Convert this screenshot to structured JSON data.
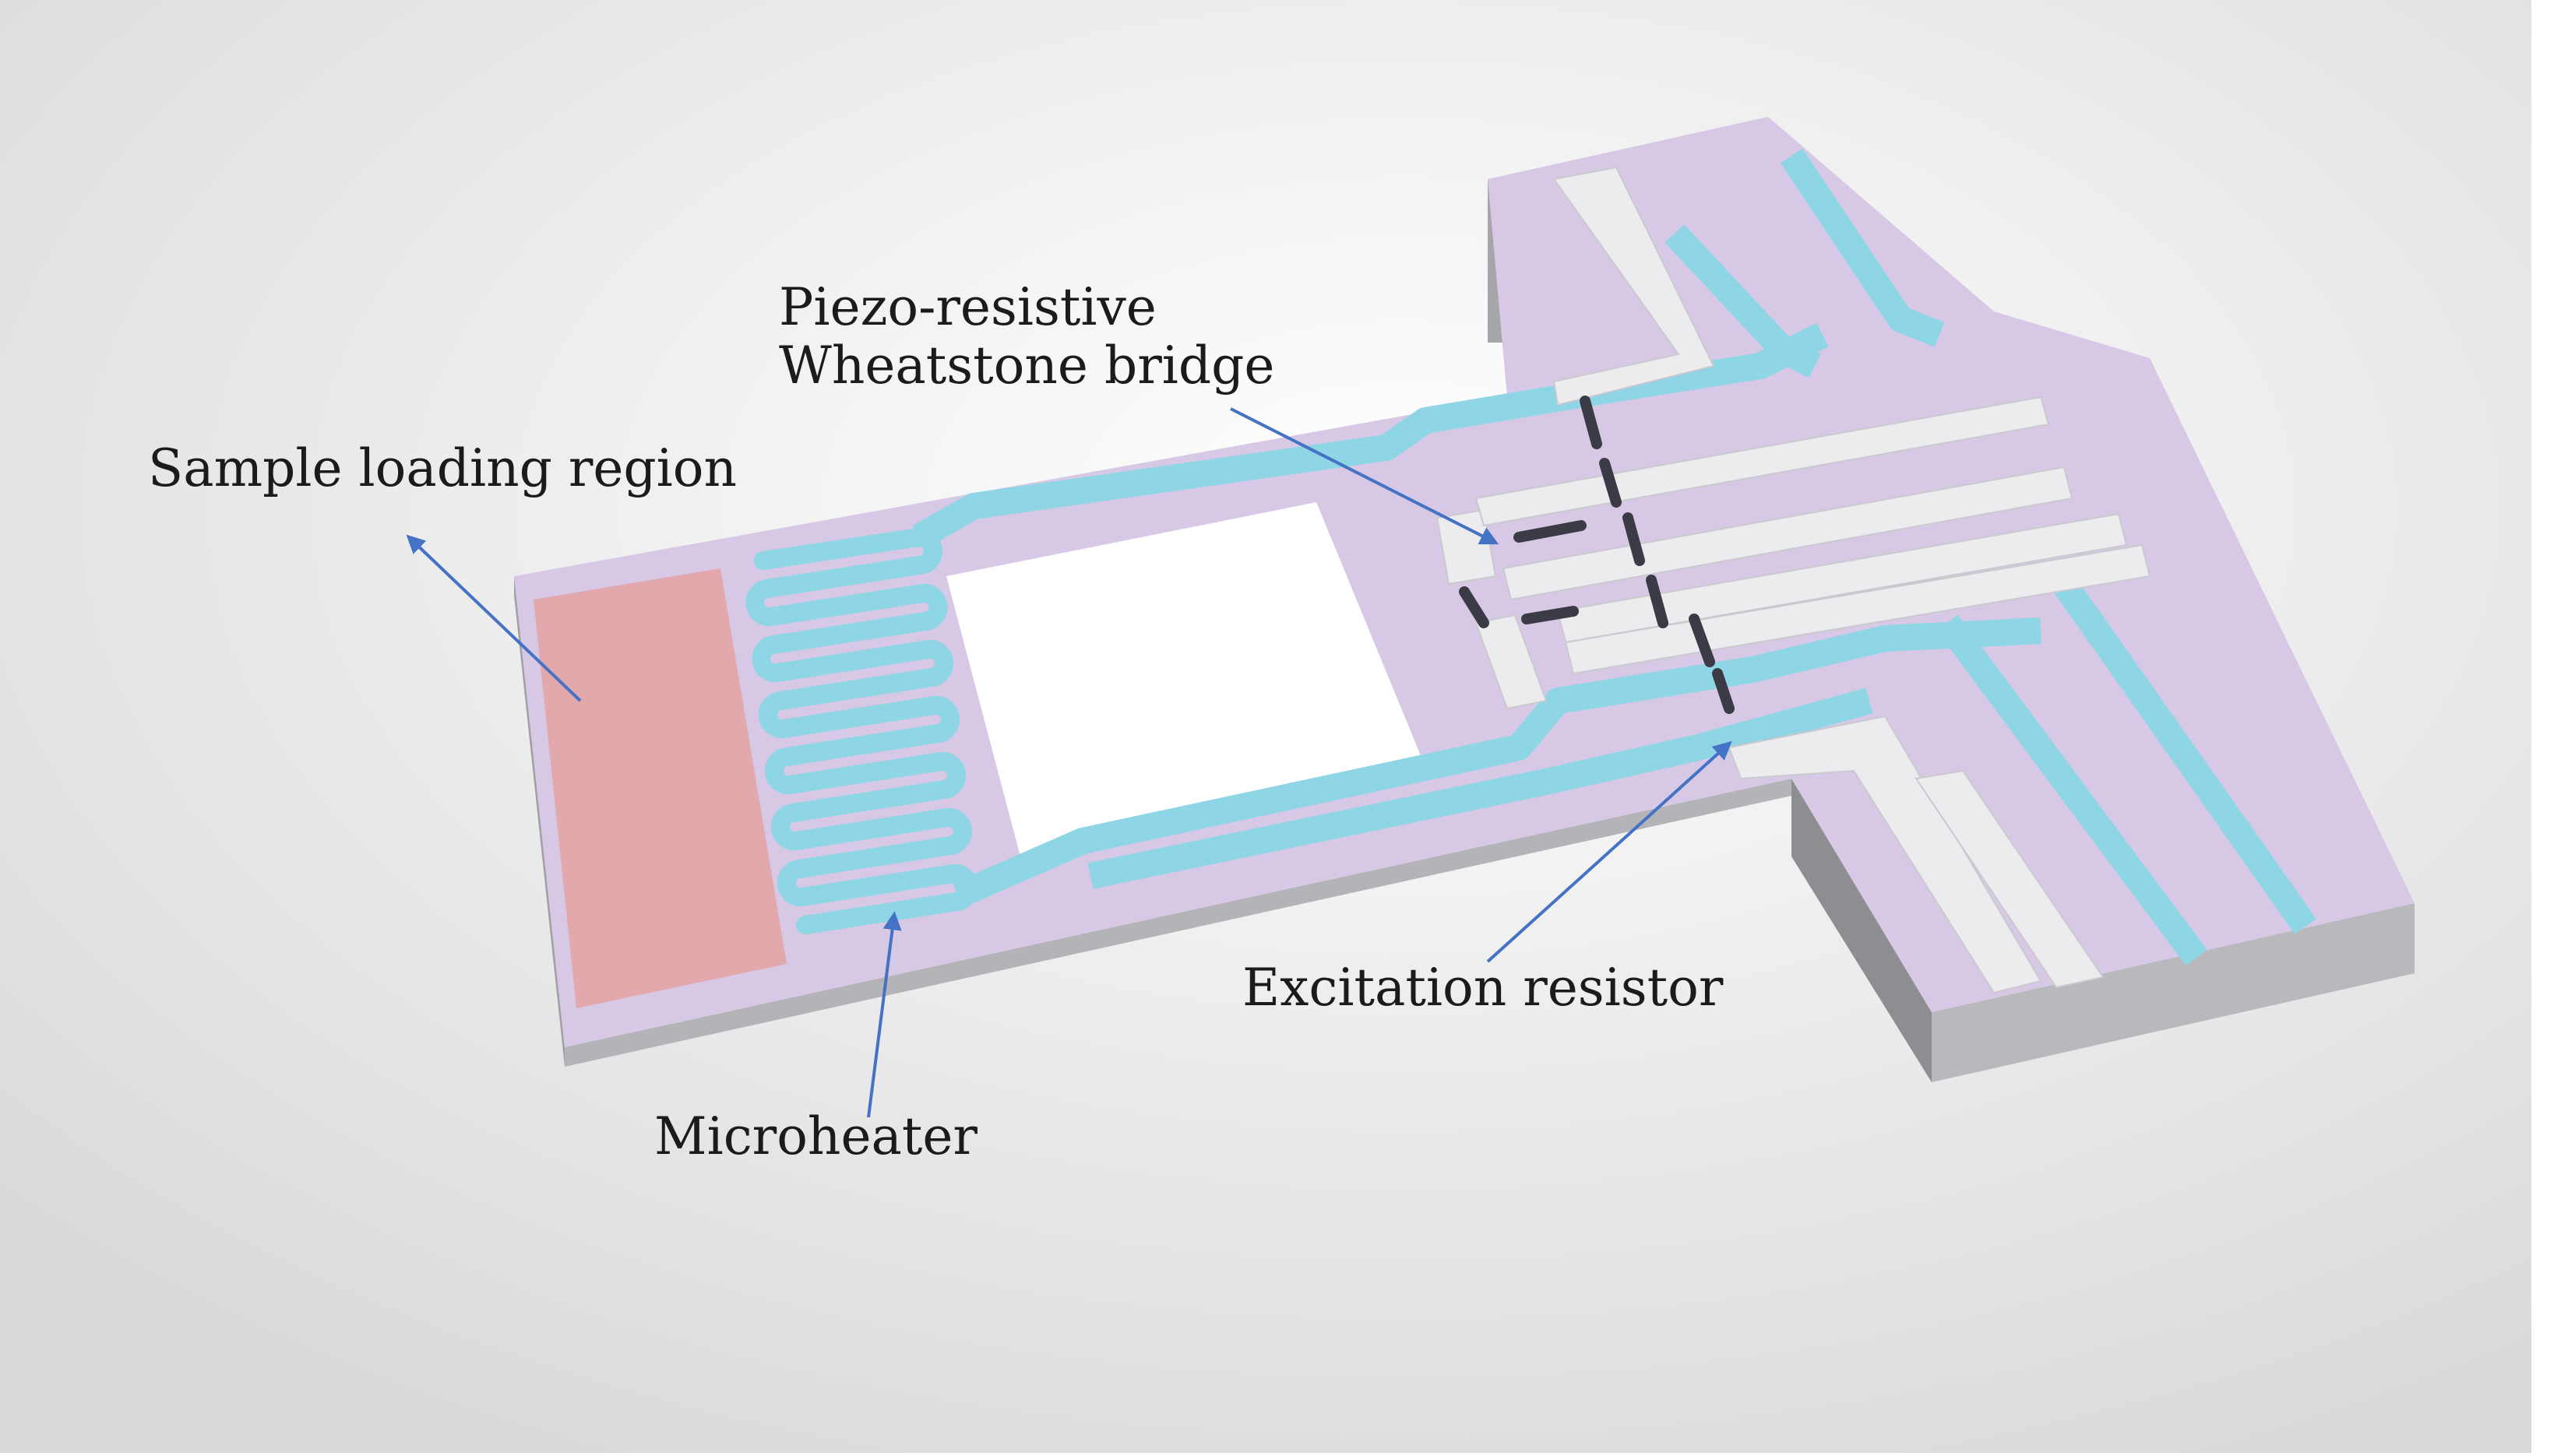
{
  "labels": {
    "piezo_line1": "Piezo-resistive",
    "piezo_line2": "Wheatstone bridge",
    "sample": "Sample loading region",
    "microheater": "Microheater",
    "excitation": "Excitation resistor"
  },
  "colors": {
    "substrate": "#d7c9e6",
    "side_face": "#c3c3c6",
    "sample_pad": "#e2a8ab",
    "heater": "#8ed5e6",
    "electrode": "#ececef",
    "resistor": "#3b3b45",
    "arrow": "#4472c4"
  }
}
